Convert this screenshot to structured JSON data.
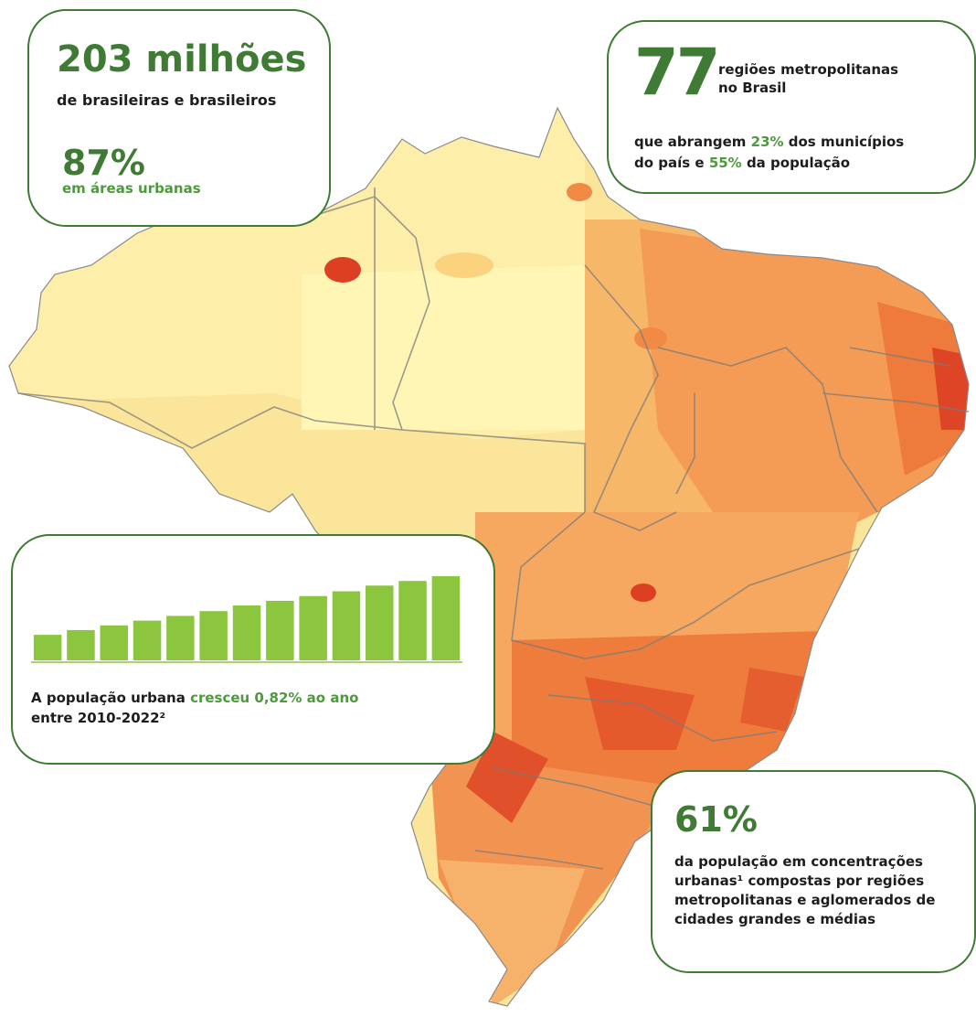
{
  "population": {
    "headline": "203 milhões",
    "subtitle": "de brasileiras e brasileiros",
    "urban_percent": "87%",
    "urban_label": "em áreas urbanas"
  },
  "metro": {
    "number": "77",
    "label_line1": "regiões metropolitanas",
    "label_line2": "no Brasil",
    "desc_pre": "que abrangem ",
    "desc_pct1": "23%",
    "desc_mid": " dos municípios",
    "desc_line2_pre": "do país e ",
    "desc_pct2": "55%",
    "desc_post": " da população"
  },
  "growth": {
    "text_pre": "A população urbana ",
    "text_highlight": "cresceu 0,82% ao ano",
    "text_line2": "entre 2010-2022²"
  },
  "concentration": {
    "percent": "61%",
    "text": "da população em concentrações urbanas¹ compostas por regiões metropolitanas e aglomerados de cidades grandes e médias"
  },
  "chart_data": {
    "type": "bar",
    "values": [
      27,
      32,
      37,
      42,
      47,
      52,
      58,
      63,
      68,
      73,
      79,
      84,
      89
    ],
    "bar_color": "#8cc63f",
    "baseline_color": "#8cc63f"
  },
  "colors": {
    "brand_green": "#3f7b34",
    "accent_green": "#4d9a3c",
    "map_low": "#fff3a8",
    "map_mid": "#fcc16e",
    "map_high": "#f07a3a",
    "map_max": "#d8331f"
  }
}
